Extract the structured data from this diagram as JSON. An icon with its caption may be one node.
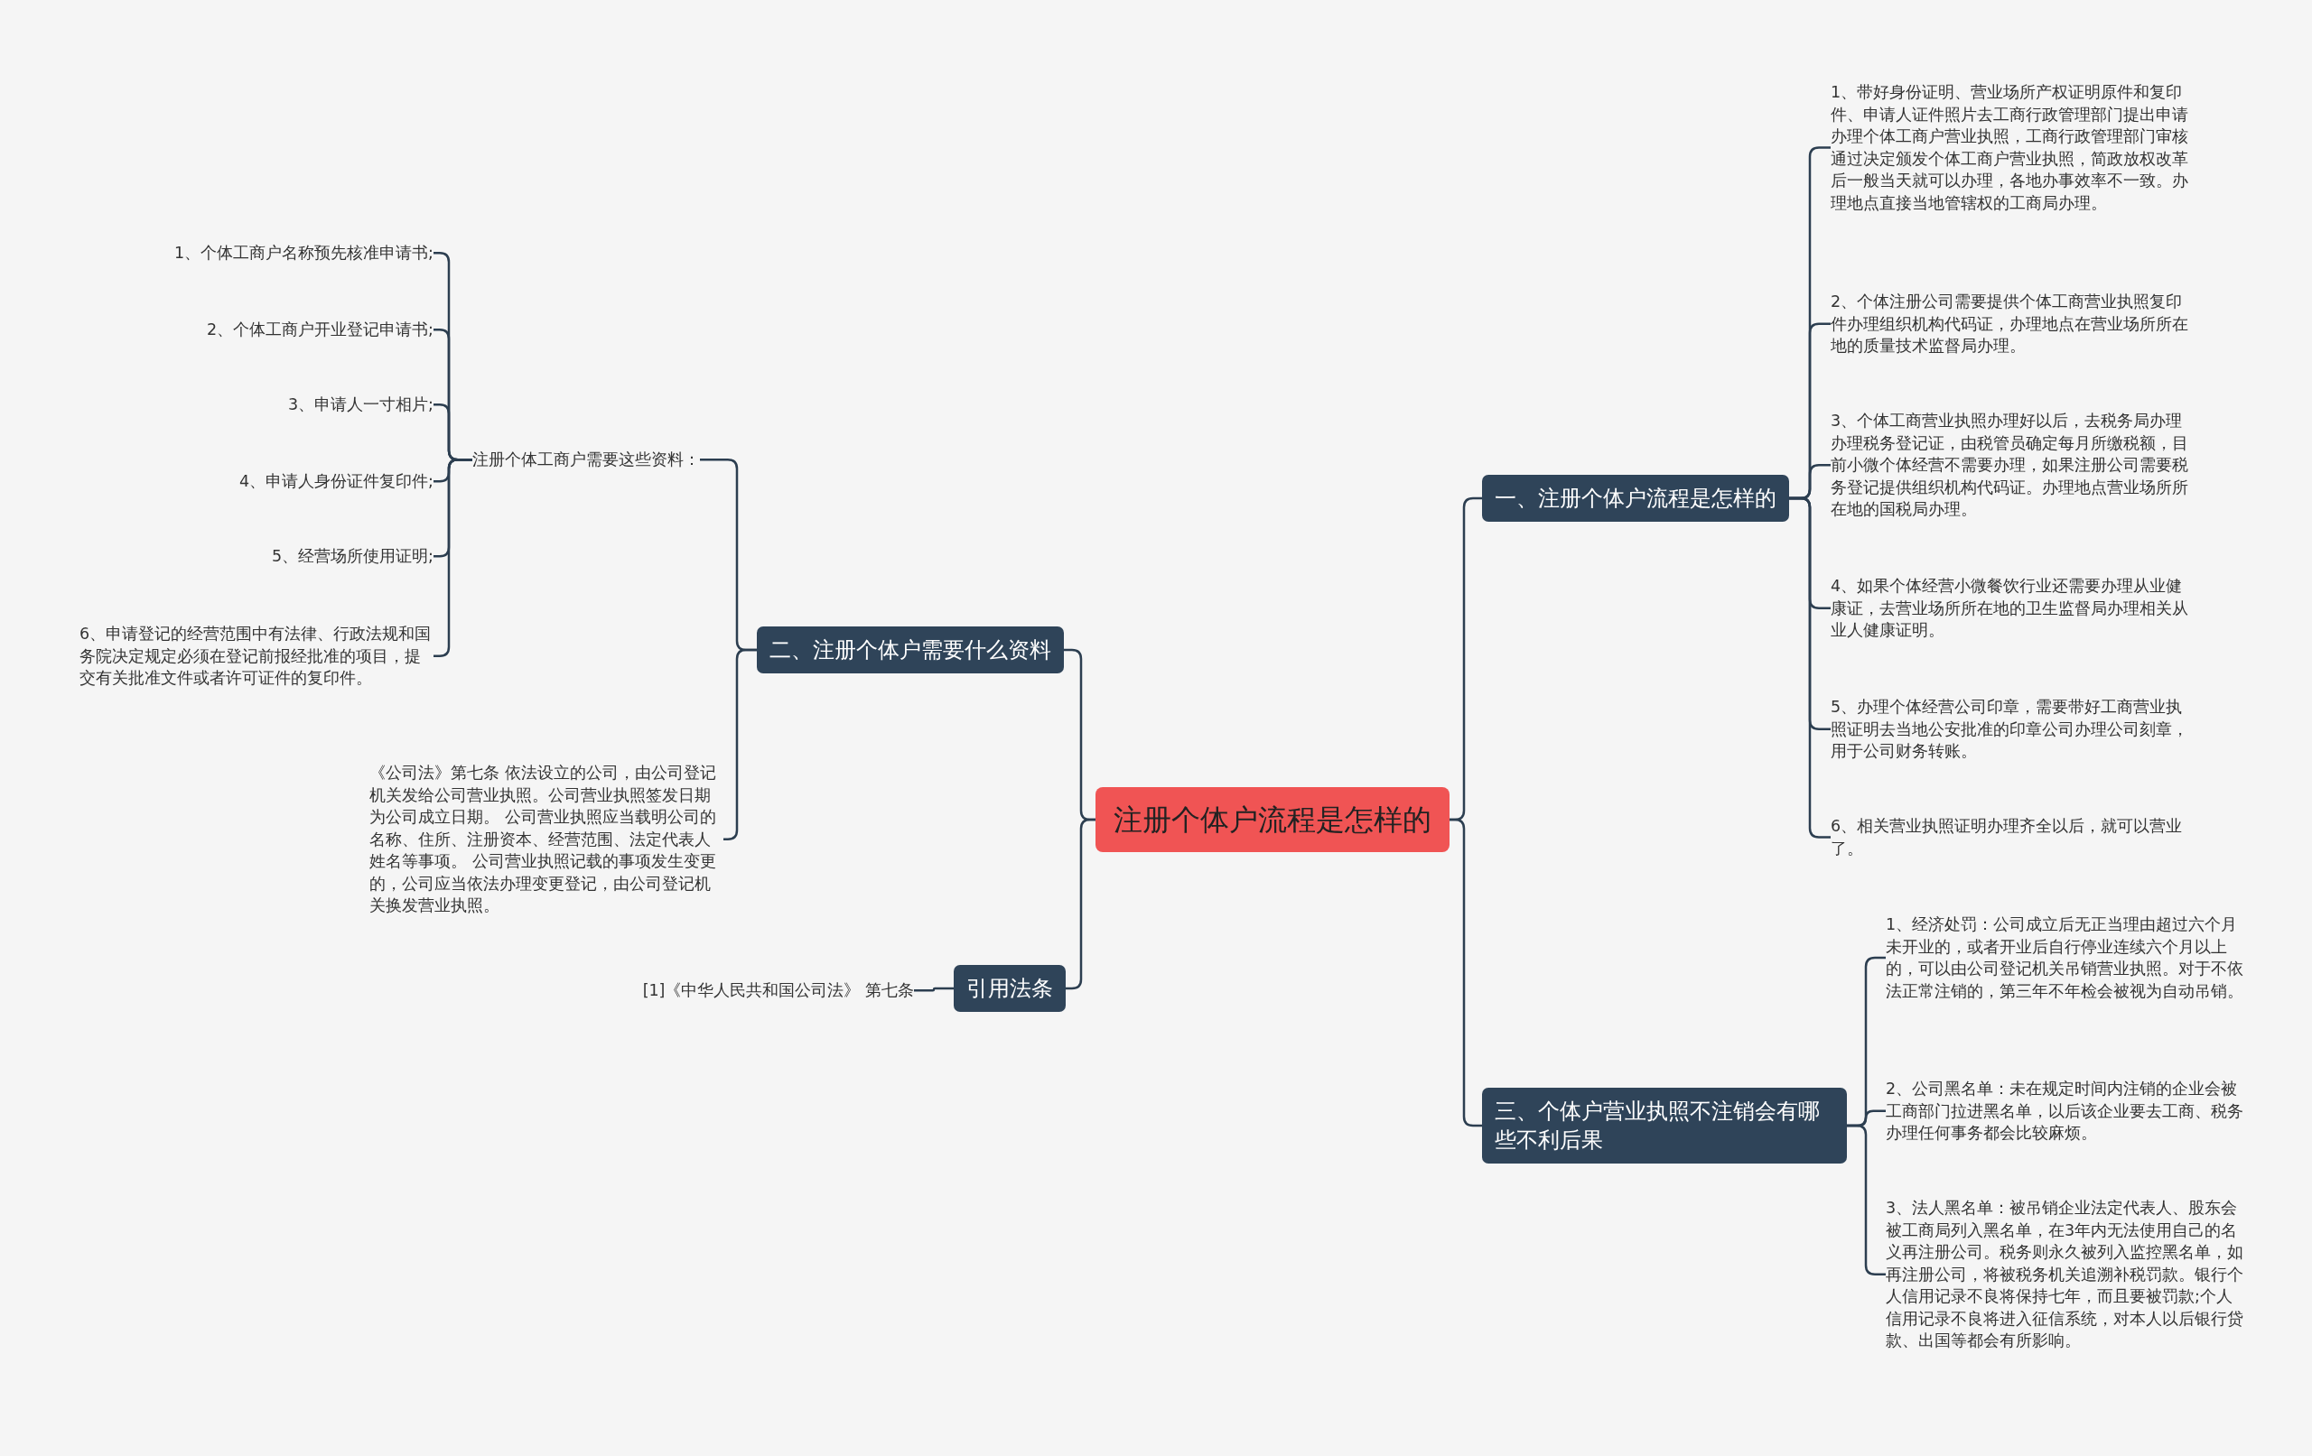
{
  "diagram": {
    "nodes": [
      {
        "text": [
          "注册个体户流程是怎样的"
        ]
      },
      {
        "text": [
          "一、注册个体户流程是怎样的"
        ]
      },
      {
        "text": [
          "1、带好身份证明、营业场所产权证明原件和复印件、申请人证件照片去工商行政管理部门提出申请办理个体工商户营业执照，工商行政管理部门审核通过决定颁发个体工商户营业执照，简政放权改革后一般当天就可以办理，各地办事效率不一致。办理地点直接当地管辖权的工商局办理。"
        ]
      },
      {
        "text": [
          "2、个体注册公司需要提供个体工商营业执照复印件办理组织机构代码证，办理地点在营业场所所在地的质量技术监督局办理。"
        ]
      },
      {
        "text": [
          "3、个体工商营业执照办理好以后，去税务局办理办理税务登记证，由税管员确定每月所缴税额，目前小微个体经营不需要办理，如果注册公司需要税务登记提供组织机构代码证。办理地点营业场所所在地的国税局办理。"
        ]
      },
      {
        "text": [
          "4、如果个体经营小微餐饮行业还需要办理从业健康证，去营业场所所在地的卫生监督局办理相关从业人健康证明。"
        ]
      },
      {
        "text": [
          "5、办理个体经营公司印章，需要带好工商营业执照证明去当地公安批准的印章公司办理公司刻章，用于公司财务转账。"
        ]
      },
      {
        "text": [
          "6、相关营业执照证明办理齐全以后，就可以营业了。"
        ]
      },
      {
        "text": [
          "三、个体户营业执照不注销会有哪些不利后果"
        ]
      },
      {
        "text": [
          "1、经济处罚：公司成立后无正当理由超过六个月未开业的，或者开业后自行停业连续六个月以上的，可以由公司登记机关吊销营业执照。对于不依法正常注销的，第三年不年检会被视为自动吊销。"
        ]
      },
      {
        "text": [
          "2、公司黑名单：未在规定时间内注销的企业会被工商部门拉进黑名单，以后该企业要去工商、税务办理任何事务都会比较麻烦。"
        ]
      },
      {
        "text": [
          "3、法人黑名单：被吊销企业法定代表人、股东会被工商局列入黑名单，在3年内无法使用自己的名义再注册公司。税务则永久被列入监控黑名单，如再注册公司，将被税务机关追溯补税罚款。银行个人信用记录不良将保持七年，而且要被罚款;个人信用记录不良将进入征信系统，对本人以后银行贷款、出国等都会有所影响。"
        ]
      },
      {
        "text": [
          "二、注册个体户需要什么资料"
        ]
      },
      {
        "text": [
          "注册个体工商户需要这些资料："
        ]
      },
      {
        "text": [
          "1、个体工商户名称预先核准申请书;"
        ]
      },
      {
        "text": [
          "2、个体工商户开业登记申请书;"
        ]
      },
      {
        "text": [
          "3、申请人一寸相片;"
        ]
      },
      {
        "text": [
          "4、申请人身份证件复印件;"
        ]
      },
      {
        "text": [
          "5、经营场所使用证明;"
        ]
      },
      {
        "text": [
          "6、申请登记的经营范围中有法律、行政法规和国务院决定规定必须在登记前报经批准的项目，提交有关批准文件或者许可证件的复印件。"
        ]
      },
      {
        "text": [
          "《公司法》第七条 依法设立的公司，由公司登记机关发给公司营业执照。公司营业执照签发日期为公司成立日期。 公司营业执照应当载明公司的名称、住所、注册资本、经营范围、法定代表人姓名等事项。 公司营业执照记载的事项发生变更的，公司应当依法办理变更登记，由公司登记机关换发营业执照。"
        ]
      },
      {
        "text": [
          "引用法条"
        ]
      },
      {
        "text": [
          "[1]《中华人民共和国公司法》 第七条"
        ]
      }
    ],
    "edges": [
      {
        "from": 0,
        "to": 1,
        "arrow": "none"
      },
      {
        "from": 1,
        "to": 2,
        "arrow": "none"
      },
      {
        "from": 1,
        "to": 3,
        "arrow": "none"
      },
      {
        "from": 1,
        "to": 4,
        "arrow": "none"
      },
      {
        "from": 1,
        "to": 5,
        "arrow": "none"
      },
      {
        "from": 1,
        "to": 6,
        "arrow": "none"
      },
      {
        "from": 1,
        "to": 7,
        "arrow": "none"
      },
      {
        "from": 0,
        "to": 8,
        "arrow": "none"
      },
      {
        "from": 8,
        "to": 9,
        "arrow": "none"
      },
      {
        "from": 8,
        "to": 10,
        "arrow": "none"
      },
      {
        "from": 8,
        "to": 11,
        "arrow": "none"
      },
      {
        "from": 0,
        "to": 12,
        "arrow": "none"
      },
      {
        "from": 12,
        "to": 13,
        "arrow": "none"
      },
      {
        "from": 13,
        "to": 14,
        "arrow": "none"
      },
      {
        "from": 13,
        "to": 15,
        "arrow": "none"
      },
      {
        "from": 13,
        "to": 16,
        "arrow": "none"
      },
      {
        "from": 13,
        "to": 17,
        "arrow": "none"
      },
      {
        "from": 13,
        "to": 18,
        "arrow": "none"
      },
      {
        "from": 13,
        "to": 19,
        "arrow": "none"
      },
      {
        "from": 12,
        "to": 20,
        "arrow": "none"
      },
      {
        "from": 0,
        "to": 21,
        "arrow": "none"
      },
      {
        "from": 21,
        "to": 22,
        "arrow": "none"
      }
    ]
  }
}
